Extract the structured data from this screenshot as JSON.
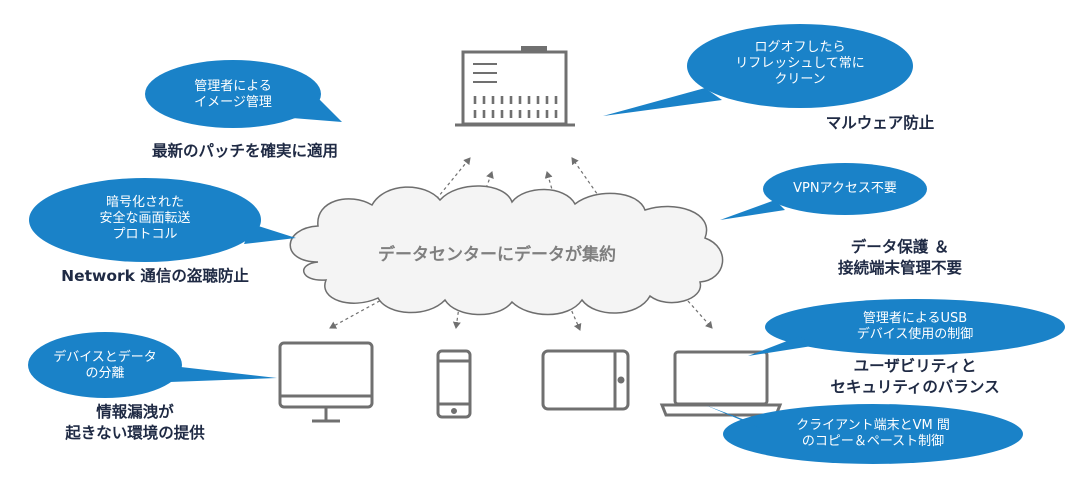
{
  "cloud": {
    "label": "データセンターにデータが集約"
  },
  "bubbles": {
    "image_management": {
      "lines": [
        "管理者による",
        "イメージ管理"
      ]
    },
    "logoff_refresh": {
      "lines": [
        "ログオフしたら",
        "リフレッシュして常に",
        "クリーン"
      ]
    },
    "secure_protocol": {
      "lines": [
        "暗号化された",
        "安全な画面転送",
        "プロトコル"
      ]
    },
    "vpn": {
      "lines": [
        "VPNアクセス不要"
      ]
    },
    "device_data_separation": {
      "lines": [
        "デバイスとデータ",
        "の分離"
      ]
    },
    "usb_control": {
      "lines": [
        "管理者によるUSB",
        "デバイス使用の制御"
      ]
    },
    "copy_paste": {
      "lines": [
        "クライアント端末とVM 間",
        "のコピー＆ペースト制御"
      ]
    }
  },
  "labels": {
    "patch": {
      "lines": [
        "最新のパッチを確実に適用"
      ]
    },
    "malware": {
      "lines": [
        "マルウェア防止"
      ]
    },
    "network": {
      "lines": [
        "Network 通信の盗聴防止"
      ]
    },
    "data_protection": {
      "lines": [
        "データ保護 ＆",
        "接続端末管理不要"
      ]
    },
    "leak_prevention": {
      "lines": [
        "情報漏洩が",
        "起きない環境の提供"
      ]
    },
    "usability": {
      "lines": [
        "ユーザビリティと",
        "セキュリティのバランス"
      ]
    }
  },
  "colors": {
    "bubble": "#1a82c8",
    "label_text": "#1f2a44",
    "icon": "#707070",
    "cloud_fill": "#f4f4f4",
    "cloud_text": "#7f7f7f"
  },
  "icons": [
    "building-icon",
    "cloud-icon",
    "monitor-icon",
    "smartphone-icon",
    "tablet-icon",
    "laptop-icon"
  ]
}
